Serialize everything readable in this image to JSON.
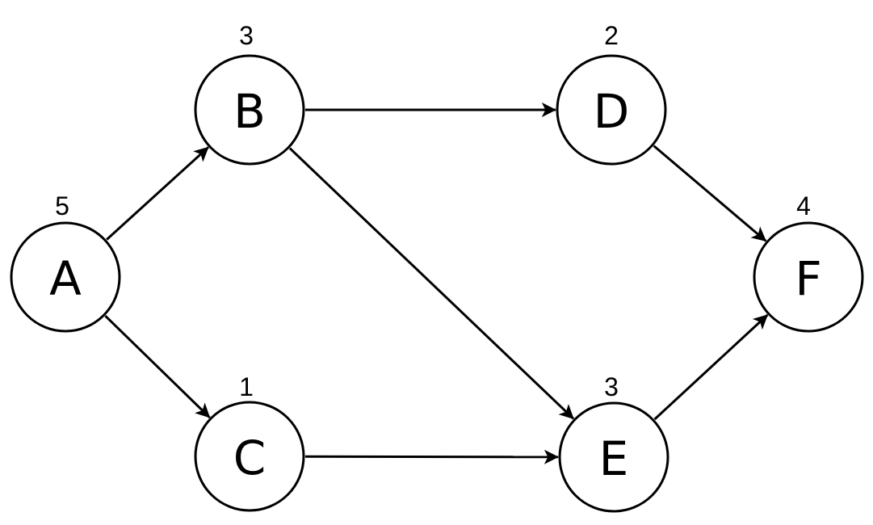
{
  "nodes": {
    "A": {
      "label": "A",
      "weight": "5"
    },
    "B": {
      "label": "B",
      "weight": "3"
    },
    "C": {
      "label": "C",
      "weight": "1"
    },
    "D": {
      "label": "D",
      "weight": "2"
    },
    "E": {
      "label": "E",
      "weight": "3"
    },
    "F": {
      "label": "F",
      "weight": "4"
    }
  },
  "edges": [
    {
      "from": "A",
      "to": "B"
    },
    {
      "from": "A",
      "to": "C"
    },
    {
      "from": "B",
      "to": "D"
    },
    {
      "from": "B",
      "to": "E"
    },
    {
      "from": "C",
      "to": "E"
    },
    {
      "from": "D",
      "to": "F"
    },
    {
      "from": "E",
      "to": "F"
    }
  ],
  "colors": {
    "stroke": "#000000",
    "fill": "#ffffff"
  }
}
